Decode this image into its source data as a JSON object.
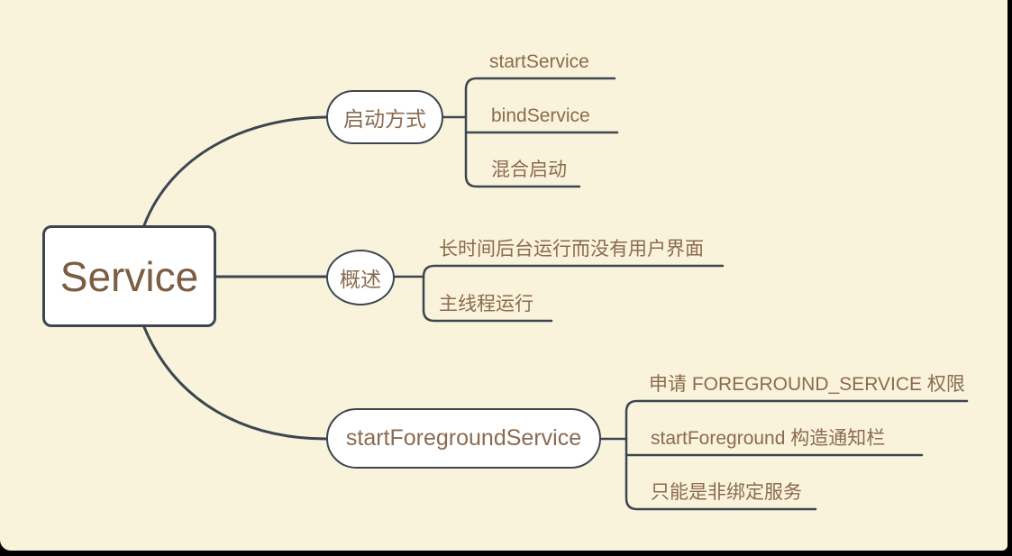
{
  "canvas": {
    "background_color": "#FAF3DB",
    "frame_color": "#000000",
    "line_color": "#3C4650",
    "node_fill_color": "#FFFFFF",
    "text_color": "#8A6B4F",
    "root_text_color": "#7B5E41"
  },
  "mindmap": {
    "root": {
      "label": "Service"
    },
    "branches": [
      {
        "label": "启动方式",
        "children": [
          {
            "label": "startService"
          },
          {
            "label": "bindService"
          },
          {
            "label": "混合启动"
          }
        ]
      },
      {
        "label": "概述",
        "children": [
          {
            "label": "长时间后台运行而没有用户界面"
          },
          {
            "label": "主线程运行"
          }
        ]
      },
      {
        "label": "startForegroundService",
        "children": [
          {
            "label": "申请 FOREGROUND_SERVICE 权限"
          },
          {
            "label": "startForeground 构造通知栏"
          },
          {
            "label": "只能是非绑定服务"
          }
        ]
      }
    ]
  }
}
